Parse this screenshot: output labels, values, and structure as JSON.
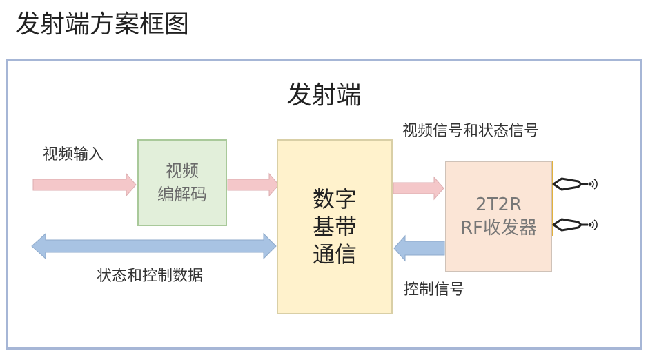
{
  "page_title": "发射端方案框图",
  "frame_title": "发射端",
  "blocks": {
    "video_codec": {
      "line1": "视频",
      "line2": "编解码"
    },
    "baseband": {
      "line1": "数字",
      "line2": "基带",
      "line3": "通信"
    },
    "rf": {
      "line1": "2T2R",
      "line2": "RF收发器"
    }
  },
  "labels": {
    "video_input": "视频输入",
    "video_status_signal": "视频信号和状态信号",
    "status_control_data": "状态和控制数据",
    "control_signal": "控制信号"
  },
  "colors": {
    "frame_border": "#a6b6d6",
    "video_box_fill": "#e2efda",
    "baseband_box_fill": "#fff2cc",
    "rf_box_fill": "#fbe5d6",
    "pink_arrow": "#f4c7c9",
    "blue_arrow": "#a8c3e3",
    "antenna_accent": "#e3b23c"
  },
  "icons": [
    "antenna-icon",
    "antenna-icon"
  ]
}
